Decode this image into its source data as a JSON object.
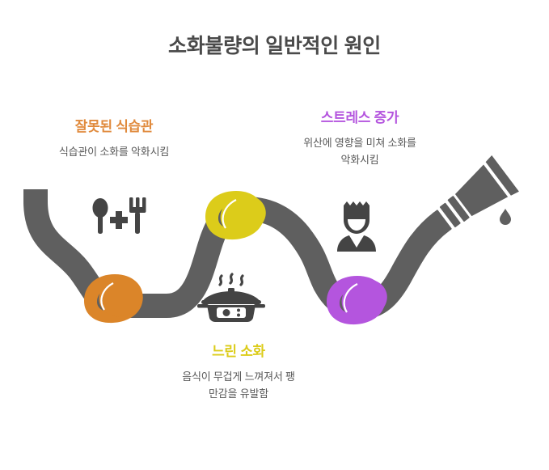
{
  "page": {
    "title": "소화불량의 일반적인 원인",
    "background_color": "#ffffff",
    "title_color": "#4a4a4a"
  },
  "palette": {
    "path_gray": "#5f5f5f",
    "icon_gray": "#444444",
    "orange": "#db8529",
    "orange_text": "#e08a3c",
    "yellow": "#dccc1a",
    "purple": "#b455de",
    "body_text": "#595959"
  },
  "callouts": [
    {
      "id": "habits",
      "title": "잘못된 식습관",
      "description": "식습관이 소화를 악화시킴",
      "color": "#e08a3c",
      "marker_color": "#db8529",
      "icon": "spoon-fork-plus-icon"
    },
    {
      "id": "stress",
      "title": "스트레스 증가",
      "description": "위산에 영향을 미쳐 소화를\n악화시킴",
      "color": "#b455de",
      "marker_color": "#b455de",
      "icon": "person-chef-icon"
    },
    {
      "id": "slow",
      "title": "느린 소화",
      "description": "음식이 무겁게 느껴져서 팽\n만감을 유발함",
      "color": "#dccc1a",
      "marker_color": "#dccc1a",
      "icon": "steaming-pot-icon"
    }
  ],
  "diagram": {
    "name": "digestive-hose-diagram",
    "path_label": "winding digestive tract hose",
    "knots": [
      {
        "name": "knot-orange",
        "color": "#db8529"
      },
      {
        "name": "knot-yellow",
        "color": "#dccc1a"
      },
      {
        "name": "knot-purple",
        "color": "#b455de"
      }
    ],
    "nozzle": {
      "name": "hose-nozzle",
      "drip": true
    }
  }
}
